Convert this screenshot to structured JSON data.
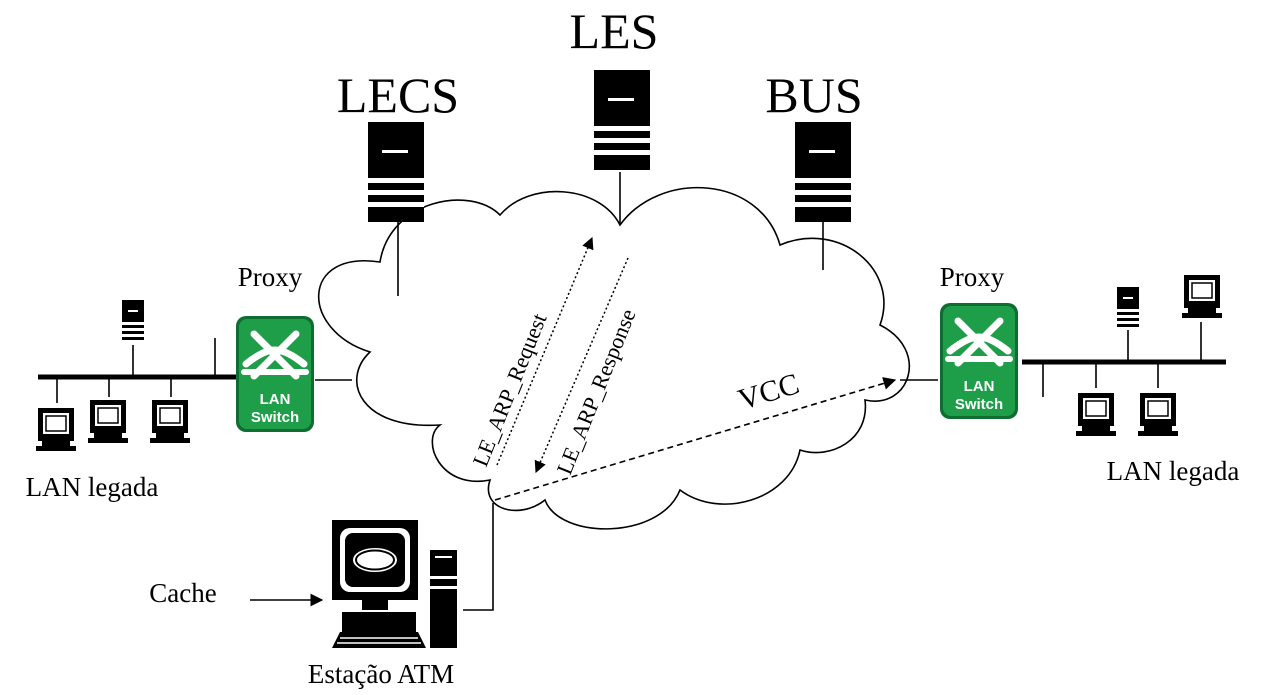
{
  "labels": {
    "les": "LES",
    "lecs": "LECS",
    "bus": "BUS",
    "proxy_left": "Proxy",
    "proxy_right": "Proxy",
    "lan_left": "LAN legada",
    "lan_right": "LAN legada",
    "cache": "Cache",
    "station": "Estação ATM",
    "arp_request": "LE_ARP_Request",
    "arp_response": "LE_ARP_Response",
    "vcc": "VCC"
  },
  "switch": {
    "line1": "LAN",
    "line2": "Switch"
  },
  "colors": {
    "switch_green": "#1f9e4a",
    "switch_dark": "#0e6d30",
    "switch_symbol": "#ffffff",
    "ink": "#000000"
  },
  "icons": [
    "server-icon",
    "lan-switch-icon",
    "computer-icon",
    "atm-workstation-icon",
    "network-cloud-icon"
  ]
}
